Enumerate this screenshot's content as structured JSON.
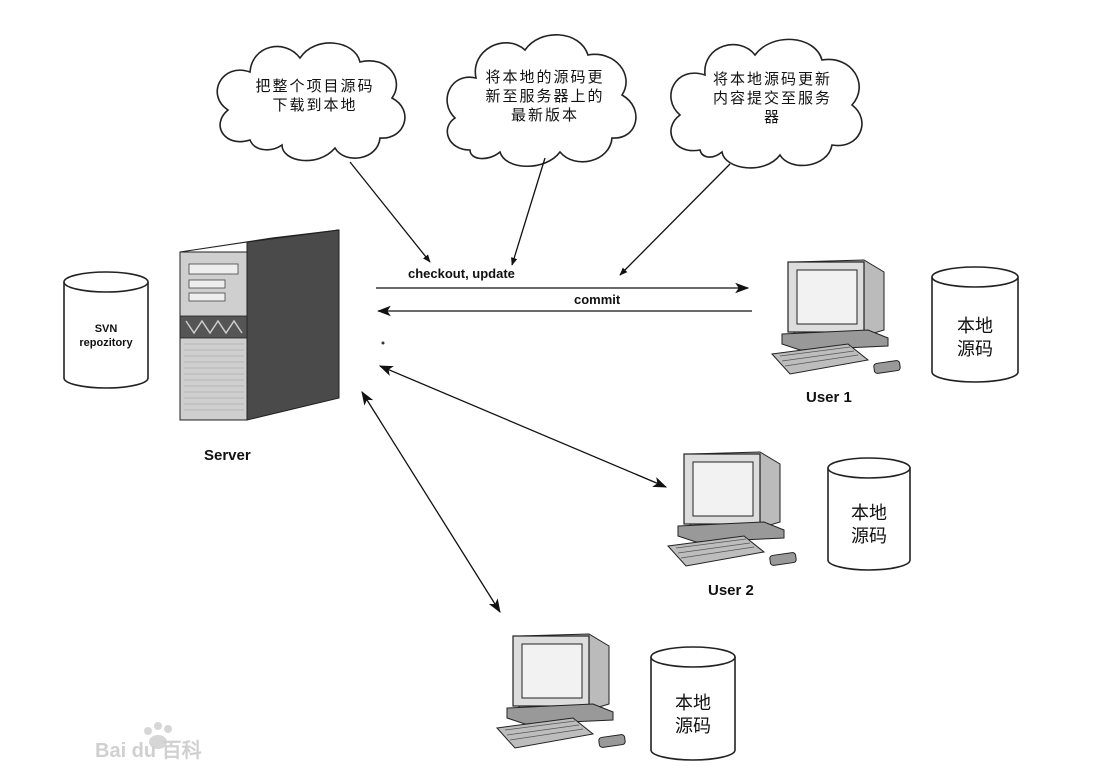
{
  "clouds": {
    "checkout": "把整个项目源码\n下载到本地",
    "update": "将本地的源码更\n新至服务器上的\n最新版本",
    "commit": "将本地源码更新\n内容提交至服务\n器"
  },
  "labels": {
    "checkout_update": "checkout, update",
    "commit": "commit",
    "server": "Server",
    "user1": "User 1",
    "user2": "User 2"
  },
  "repository": "SVN\nrepozitory",
  "local_source": "本地\n源码",
  "watermark": "Bai du 百科",
  "colors": {
    "ink": "#111111",
    "server_light": "#d9d9d9",
    "server_dark": "#4a4a4a",
    "monitor_screen": "#f2f2f2"
  }
}
